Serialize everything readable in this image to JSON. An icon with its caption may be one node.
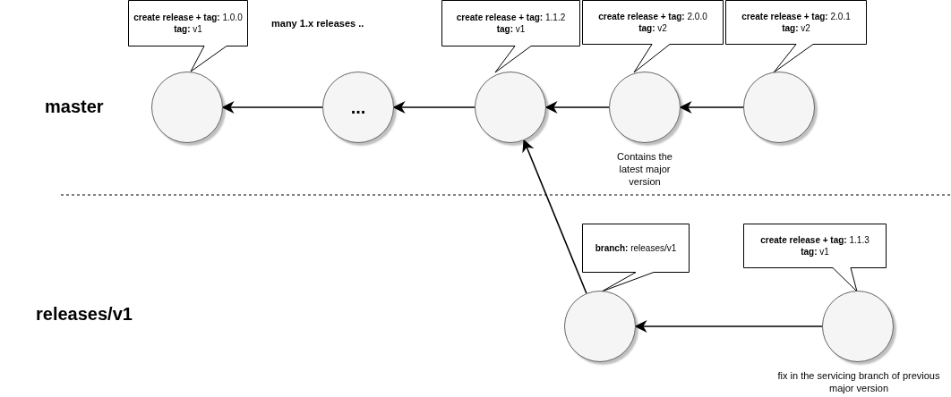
{
  "diagram": {
    "nodes": [
      {
        "text": [
          "**create release + tag:** 1.0.0",
          "**tag:** v1"
        ]
      },
      {
        "text": [
          "**create release + tag:** 1.1.2",
          "**tag:** v1"
        ]
      },
      {
        "text": [
          "**create release + tag:** 2.0.0",
          "**tag:** v2"
        ]
      },
      {
        "text": [
          "**create release + tag:** 2.0.1",
          "**tag:** v2"
        ]
      },
      {
        "text": [],
        "shape": "circle"
      },
      {
        "text": [
          "..."
        ]
      },
      {
        "text": [],
        "shape": "circle"
      },
      {
        "text": [],
        "shape": "circle",
        "beside": [
          "Contains the latest major version"
        ]
      },
      {
        "text": [],
        "shape": "circle"
      },
      {
        "text": [
          "**branch:** releases/v1"
        ]
      },
      {
        "text": [
          "**create release + tag:** 1.1.3",
          "**tag:** v1"
        ]
      },
      {
        "text": [],
        "shape": "circle"
      },
      {
        "text": [],
        "shape": "circle",
        "beside": [
          "fix in the servicing branch of previous major version"
        ]
      }
    ],
    "edges": [
      {
        "from": 5,
        "to": 4,
        "arrow": "to"
      },
      {
        "from": 6,
        "to": 5,
        "arrow": "to"
      },
      {
        "from": 7,
        "to": 6,
        "arrow": "to"
      },
      {
        "from": 8,
        "to": 7,
        "arrow": "to"
      },
      {
        "from": 11,
        "to": 6,
        "arrow": "to"
      },
      {
        "from": 12,
        "to": 11,
        "arrow": "to"
      }
    ],
    "labels": [
      "master",
      "many 1.x releases ..",
      "releases/v1"
    ]
  }
}
